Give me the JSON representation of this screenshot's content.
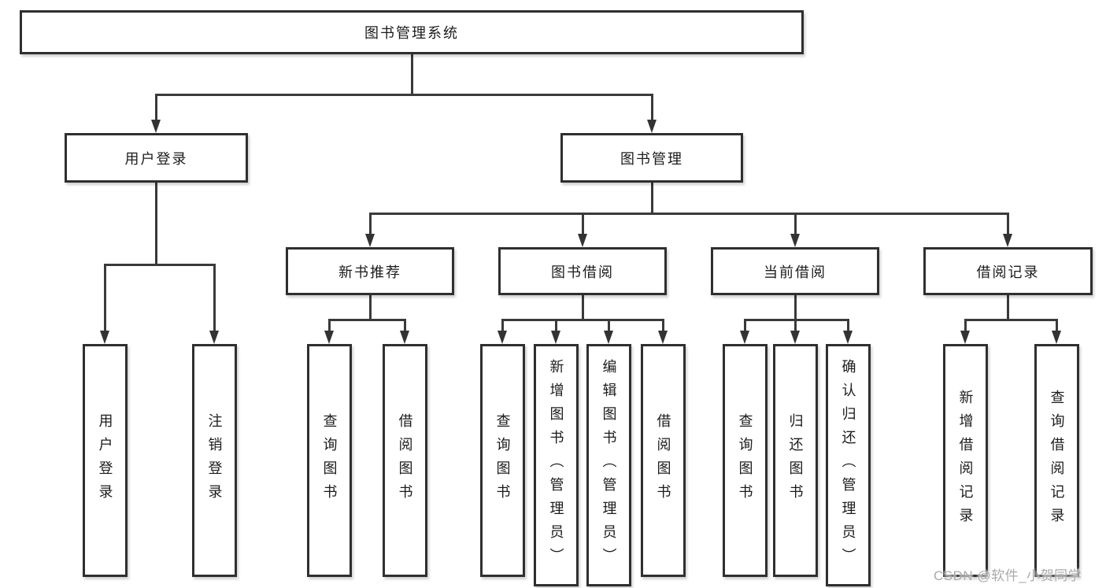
{
  "root": {
    "label": "图书管理系统"
  },
  "level2": [
    {
      "label": "用户登录"
    },
    {
      "label": "图书管理"
    }
  ],
  "level3": [
    {
      "label": "新书推荐"
    },
    {
      "label": "图书借阅"
    },
    {
      "label": "当前借阅"
    },
    {
      "label": "借阅记录"
    }
  ],
  "leaves": {
    "userLogin": [
      "用户登录",
      "注销登录"
    ],
    "newBookRec": [
      "查询图书",
      "借阅图书"
    ],
    "bookBorrow": [
      "查询图书",
      "新增图书（管理员）",
      "编辑图书（管理员）",
      "借阅图书"
    ],
    "currentBorrow": [
      "查询图书",
      "归还图书",
      "确认归还（管理员）"
    ],
    "borrowRecords": [
      "新增借阅记录",
      "查询借阅记录"
    ]
  },
  "watermark": {
    "text": "CSDN @软件_小贺同学"
  }
}
